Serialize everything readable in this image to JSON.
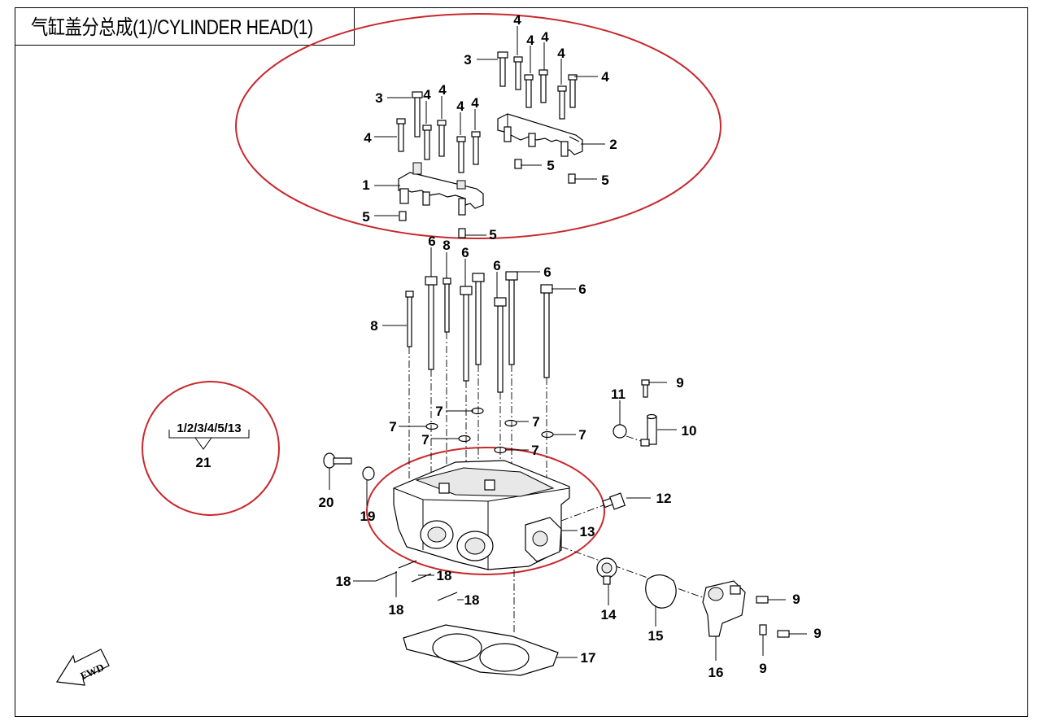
{
  "title": "气缸盖分总成(1)/CYLINDER HEAD(1)",
  "kit": {
    "label": "1/2/3/4/5/13",
    "number": "21"
  },
  "fwd": "FWD",
  "colors": {
    "highlight": "#c8282d",
    "line": "#000000"
  },
  "callouts": [
    {
      "id": "c1",
      "text": "4"
    },
    {
      "id": "c2",
      "text": "4"
    },
    {
      "id": "c3",
      "text": "4"
    },
    {
      "id": "c4",
      "text": "3"
    },
    {
      "id": "c5",
      "text": "4"
    },
    {
      "id": "c6",
      "text": "4"
    },
    {
      "id": "c7",
      "text": "3"
    },
    {
      "id": "c8",
      "text": "4"
    },
    {
      "id": "c9",
      "text": "4"
    },
    {
      "id": "c10",
      "text": "4"
    },
    {
      "id": "c11",
      "text": "4"
    },
    {
      "id": "c12",
      "text": "4"
    },
    {
      "id": "c13",
      "text": "2"
    },
    {
      "id": "c14",
      "text": "5"
    },
    {
      "id": "c15",
      "text": "5"
    },
    {
      "id": "c16",
      "text": "1"
    },
    {
      "id": "c17",
      "text": "5"
    },
    {
      "id": "c18",
      "text": "5"
    },
    {
      "id": "c19",
      "text": "6"
    },
    {
      "id": "c20",
      "text": "8"
    },
    {
      "id": "c21",
      "text": "6"
    },
    {
      "id": "c22",
      "text": "6"
    },
    {
      "id": "c23",
      "text": "6"
    },
    {
      "id": "c24",
      "text": "6"
    },
    {
      "id": "c25",
      "text": "8"
    },
    {
      "id": "c26",
      "text": "9"
    },
    {
      "id": "c27",
      "text": "11"
    },
    {
      "id": "c28",
      "text": "10"
    },
    {
      "id": "c29",
      "text": "7"
    },
    {
      "id": "c30",
      "text": "7"
    },
    {
      "id": "c31",
      "text": "7"
    },
    {
      "id": "c32",
      "text": "7"
    },
    {
      "id": "c33",
      "text": "7"
    },
    {
      "id": "c34",
      "text": "7"
    },
    {
      "id": "c35",
      "text": "20"
    },
    {
      "id": "c36",
      "text": "19"
    },
    {
      "id": "c37",
      "text": "12"
    },
    {
      "id": "c38",
      "text": "13"
    },
    {
      "id": "c39",
      "text": "18"
    },
    {
      "id": "c40",
      "text": "18"
    },
    {
      "id": "c41",
      "text": "18"
    },
    {
      "id": "c42",
      "text": "18"
    },
    {
      "id": "c43",
      "text": "14"
    },
    {
      "id": "c44",
      "text": "15"
    },
    {
      "id": "c45",
      "text": "9"
    },
    {
      "id": "c46",
      "text": "9"
    },
    {
      "id": "c47",
      "text": "16"
    },
    {
      "id": "c48",
      "text": "9"
    },
    {
      "id": "c49",
      "text": "17"
    }
  ]
}
